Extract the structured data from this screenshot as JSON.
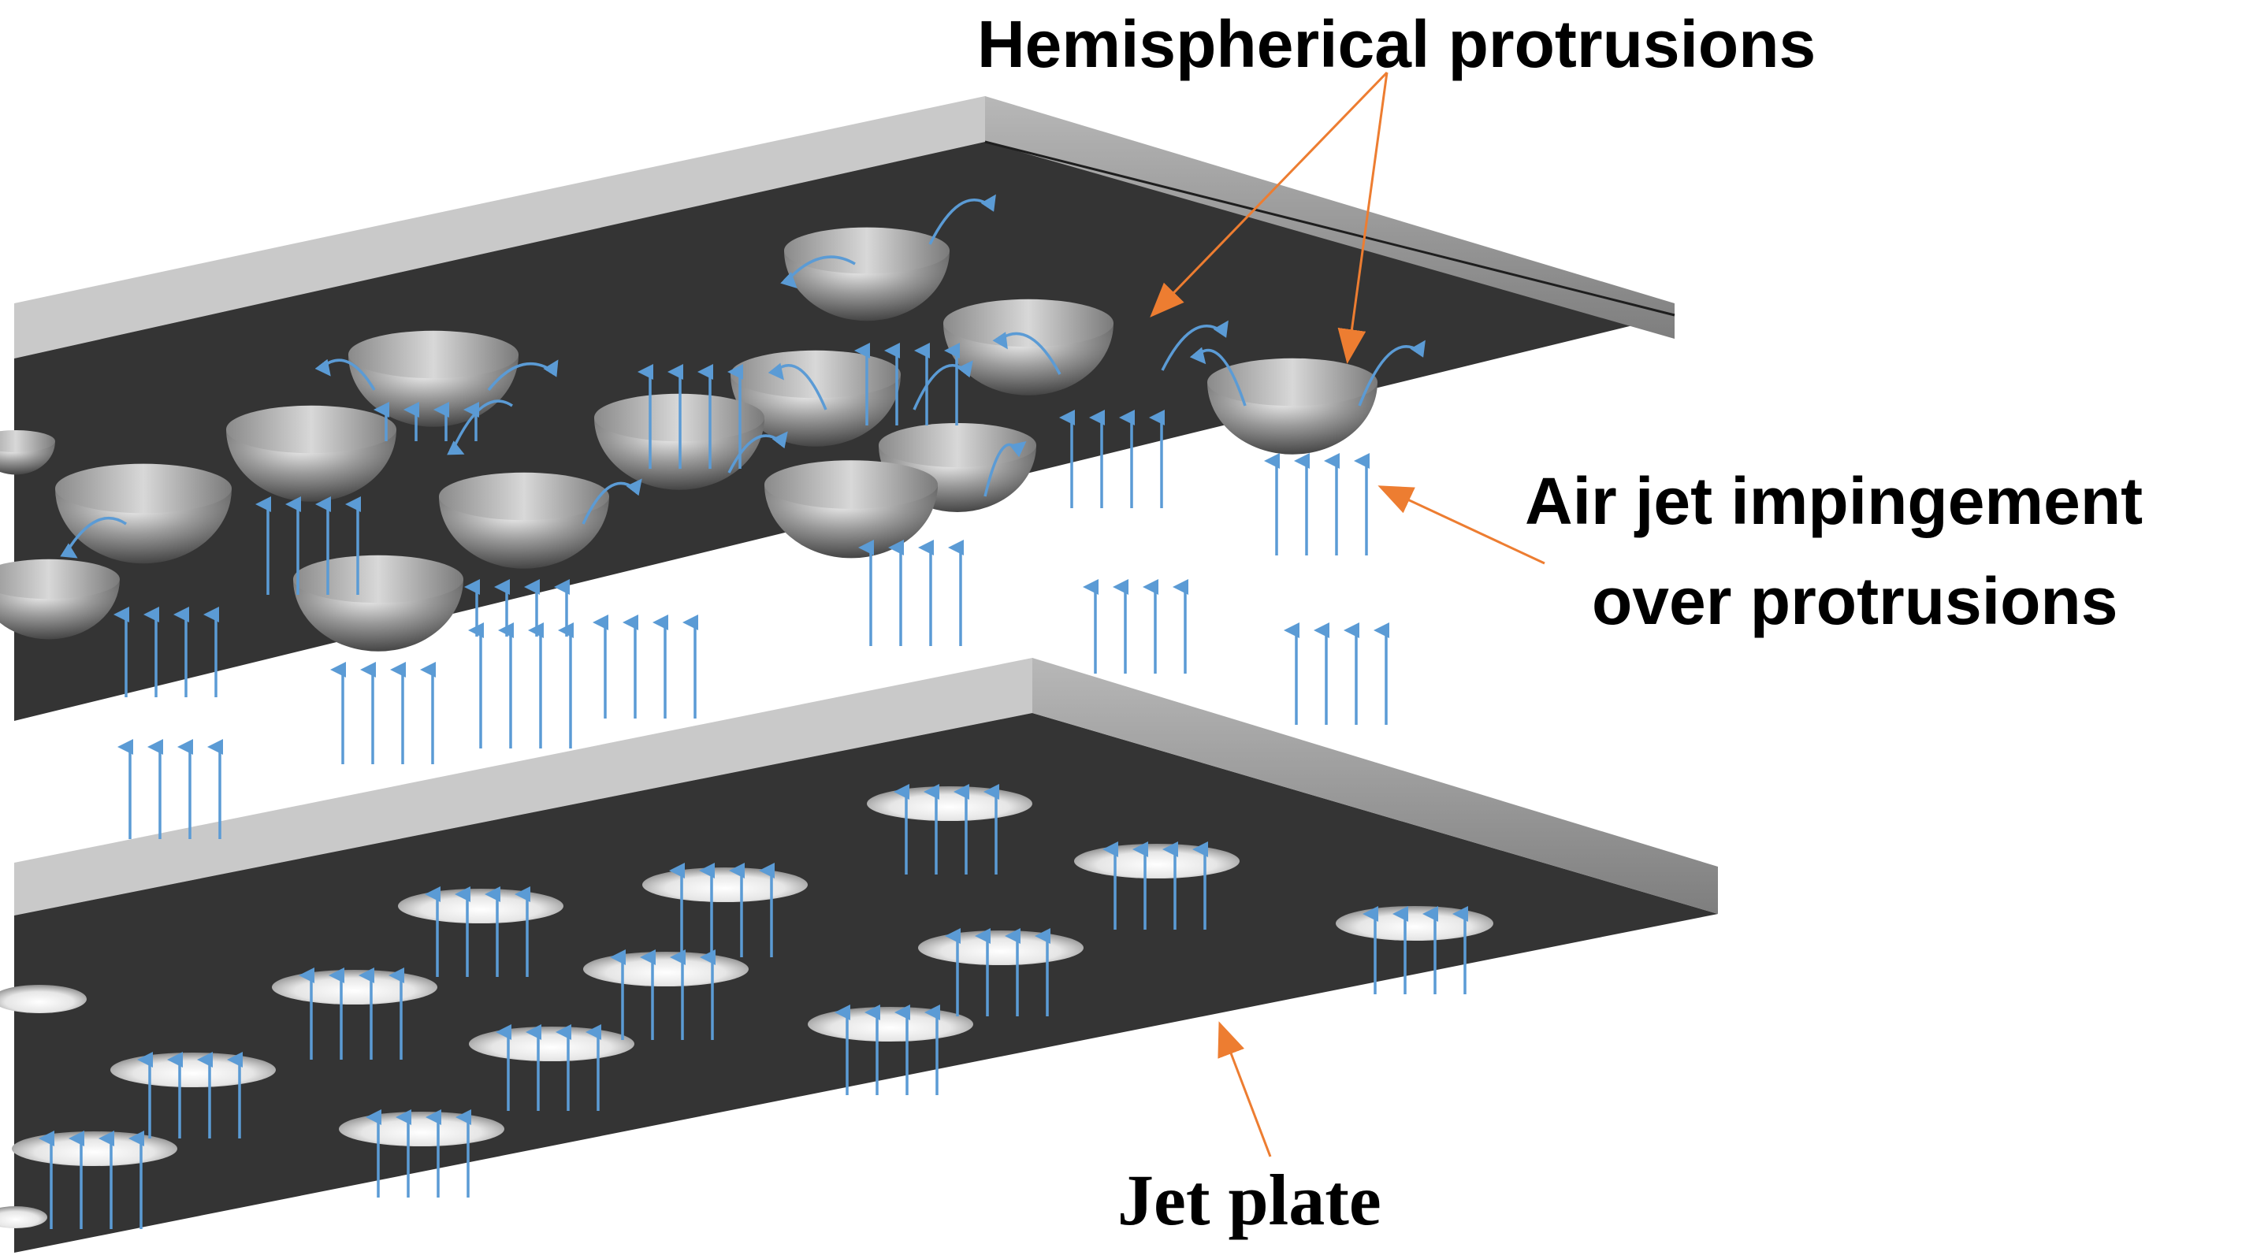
{
  "labels": {
    "hemispherical_protrusions": "Hemispherical protrusions",
    "air_jet_line1": "Air jet impingement",
    "air_jet_line2": "over protrusions",
    "jet_plate": "Jet plate"
  },
  "colors": {
    "plate_face": "#333333",
    "plate_edge": "#9a9a9a",
    "plate_top_edge": "#cfcfcf",
    "jet_arrow": "#5b9bd5",
    "pointer_arrow": "#ed7d31",
    "background": "#ffffff"
  }
}
